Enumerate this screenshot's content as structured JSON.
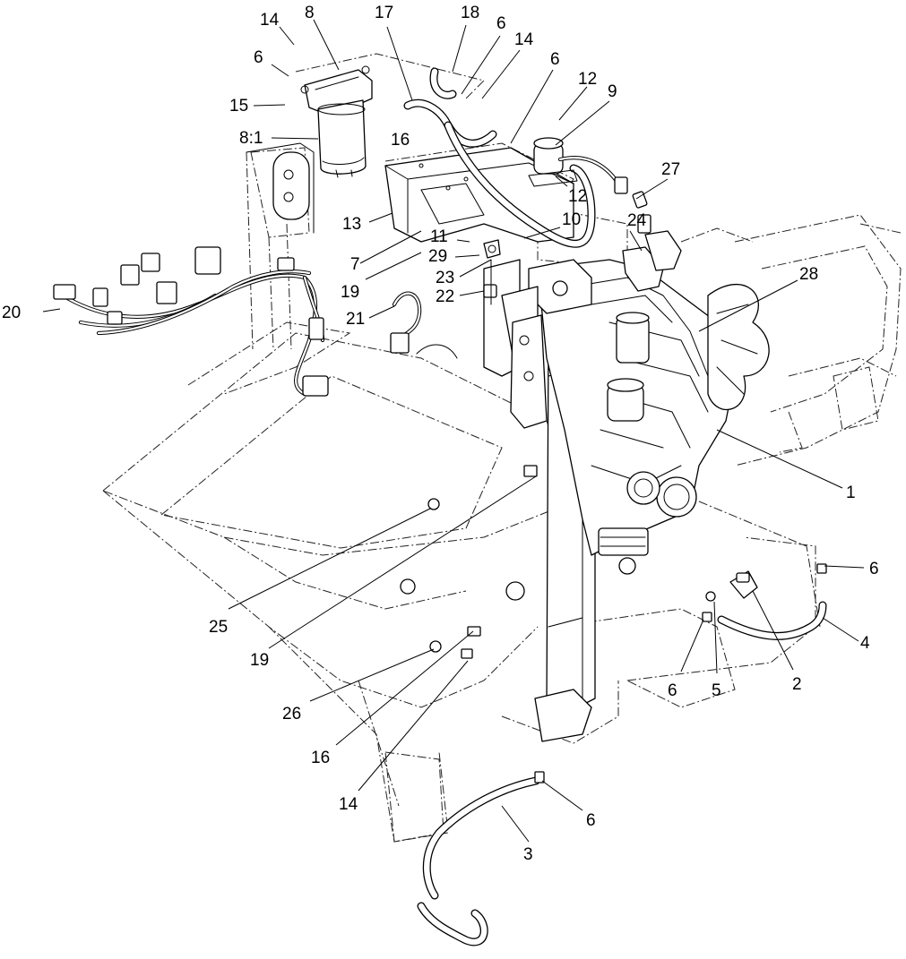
{
  "diagram": {
    "callouts": [
      {
        "id": "c14a",
        "text": "14"
      },
      {
        "id": "c8",
        "text": "8"
      },
      {
        "id": "c17",
        "text": "17"
      },
      {
        "id": "c18",
        "text": "18"
      },
      {
        "id": "c6a",
        "text": "6"
      },
      {
        "id": "c14b",
        "text": "14"
      },
      {
        "id": "c6b",
        "text": "6"
      },
      {
        "id": "c6c",
        "text": "6"
      },
      {
        "id": "c12a",
        "text": "12"
      },
      {
        "id": "c9",
        "text": "9"
      },
      {
        "id": "c15",
        "text": "15"
      },
      {
        "id": "c81",
        "text": "8:1"
      },
      {
        "id": "c16a",
        "text": "16"
      },
      {
        "id": "c27",
        "text": "27"
      },
      {
        "id": "c12b",
        "text": "12"
      },
      {
        "id": "c13",
        "text": "13"
      },
      {
        "id": "c10",
        "text": "10"
      },
      {
        "id": "c24",
        "text": "24"
      },
      {
        "id": "c11",
        "text": "11"
      },
      {
        "id": "c29",
        "text": "29"
      },
      {
        "id": "c7",
        "text": "7"
      },
      {
        "id": "c23",
        "text": "23"
      },
      {
        "id": "c28",
        "text": "28"
      },
      {
        "id": "c19a",
        "text": "19"
      },
      {
        "id": "c22",
        "text": "22"
      },
      {
        "id": "c20",
        "text": "20"
      },
      {
        "id": "c21",
        "text": "21"
      },
      {
        "id": "c1",
        "text": "1"
      },
      {
        "id": "c6d",
        "text": "6"
      },
      {
        "id": "c25",
        "text": "25"
      },
      {
        "id": "c4",
        "text": "4"
      },
      {
        "id": "c19b",
        "text": "19"
      },
      {
        "id": "c6e",
        "text": "6"
      },
      {
        "id": "c5",
        "text": "5"
      },
      {
        "id": "c2",
        "text": "2"
      },
      {
        "id": "c26",
        "text": "26"
      },
      {
        "id": "c16b",
        "text": "16"
      },
      {
        "id": "c14c",
        "text": "14"
      },
      {
        "id": "c6f",
        "text": "6"
      },
      {
        "id": "c3",
        "text": "3"
      }
    ]
  }
}
